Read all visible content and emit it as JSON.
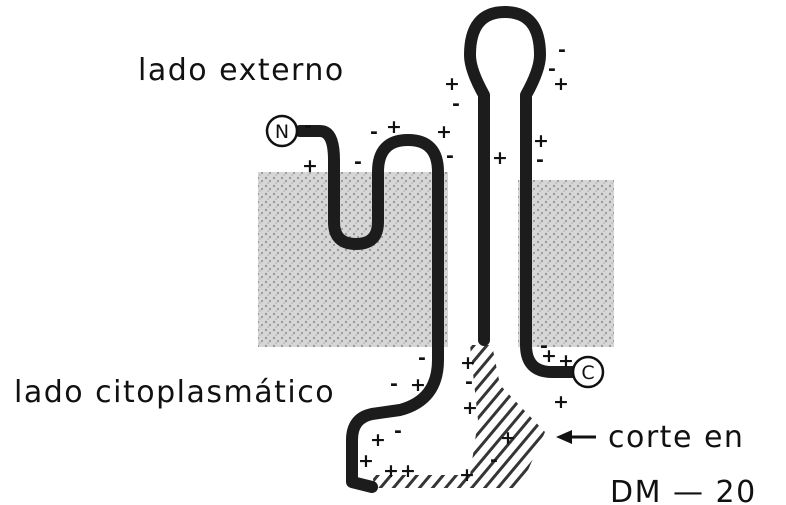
{
  "labels": {
    "outer_side": "lado externo",
    "inner_side": "lado citoplasmático",
    "cut_line1": "corte en",
    "cut_line2": "DM — 20"
  },
  "termini": {
    "n": "N",
    "c": "C"
  },
  "colors": {
    "chain": "#1c1c1c",
    "membrane": "#c9c9c9",
    "ink": "#111111"
  },
  "charges": {
    "plus": "+",
    "minus": "-"
  }
}
